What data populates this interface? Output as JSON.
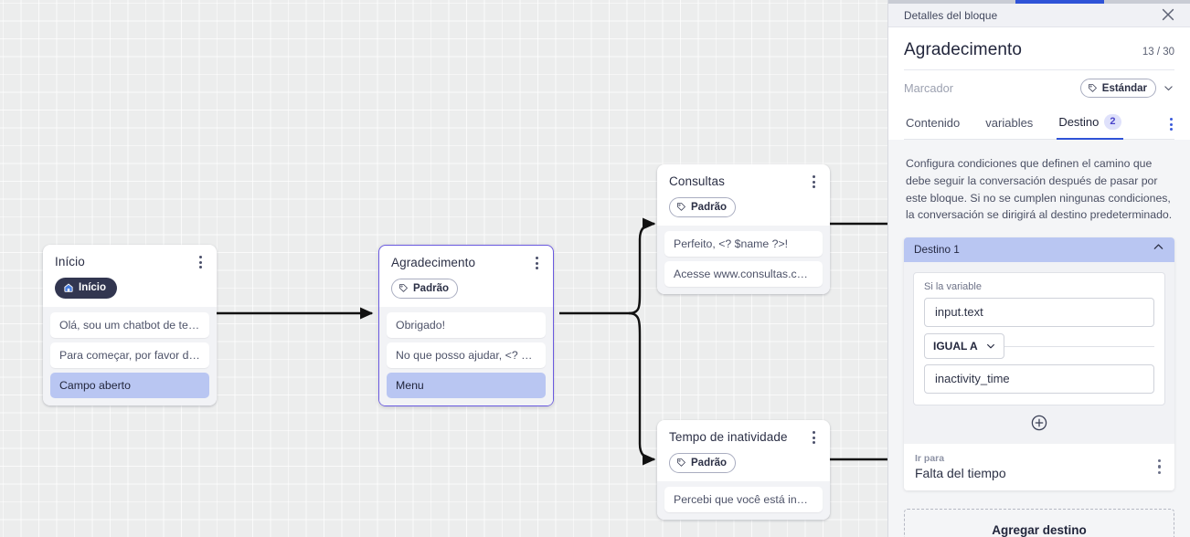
{
  "canvas": {
    "nodes": [
      {
        "id": "inicio",
        "title": "Início",
        "badge": "Início",
        "badge_icon": "home-icon",
        "badge_style": "dark",
        "messages": [
          {
            "text": "Olá, sou um chatbot de teste!",
            "accent": false
          },
          {
            "text": "Para começar, por favor digite o ...",
            "accent": false
          },
          {
            "text": "Campo aberto",
            "accent": true
          }
        ]
      },
      {
        "id": "agradecimento",
        "title": "Agradecimento",
        "badge": "Padrão",
        "badge_icon": "tag-icon",
        "badge_style": "outline",
        "selected": true,
        "messages": [
          {
            "text": "Obrigado!",
            "accent": false
          },
          {
            "text": "No que posso ajudar, <? $name ...",
            "accent": false
          },
          {
            "text": "Menu",
            "accent": true
          }
        ]
      },
      {
        "id": "consultas",
        "title": "Consultas",
        "badge": "Padrão",
        "badge_icon": "tag-icon",
        "badge_style": "outline",
        "messages": [
          {
            "text": "Perfeito, <? $name ?>!",
            "accent": false
          },
          {
            "text": "Acesse www.consultas.com par...",
            "accent": false
          }
        ]
      },
      {
        "id": "tempo-inatividade",
        "title": "Tempo de inatividade",
        "badge": "Padrão",
        "badge_icon": "tag-icon",
        "badge_style": "outline",
        "messages": [
          {
            "text": "Percebi que você está inativo. C...",
            "accent": false
          }
        ]
      }
    ]
  },
  "panel": {
    "titlebar": "Detalles del bloque",
    "close_icon": "close-icon",
    "block_title": "Agradecimento",
    "char_count": "13 / 30",
    "marker_label": "Marcador",
    "marker_value": "Estándar",
    "marker_icon": "tag-icon",
    "marker_chevron": "chevron-down-icon",
    "tabs": [
      {
        "label": "Contenido",
        "badge": "",
        "active": false
      },
      {
        "label": "variables",
        "badge": "",
        "active": false
      },
      {
        "label": "Destino",
        "badge": "2",
        "active": true
      }
    ],
    "description": "Configura condiciones que definen el camino que debe seguir la conversación después de pasar por este bloque. Si no se cumplen ningunas condiciones, la conversación se dirigirá al destino predeterminado.",
    "destination": {
      "header_title": "Destino 1",
      "collapse_icon": "chevron-up-icon",
      "delete_icon": "trash-icon",
      "condition_label": "Si la variable",
      "variable_value": "input.text",
      "operator": "IGUAL A",
      "operator_chevron": "chevron-down-icon",
      "compare_value": "inactivity_time",
      "add_condition_icon": "plus-circle-icon",
      "goto_label": "Ir para",
      "goto_value": "Falta del tiempo",
      "goto_menu_icon": "kebab-icon"
    },
    "add_destination_label": "Agregar destino"
  },
  "colors": {
    "accent_blue": "#2f53d7",
    "chip_blue": "#b9c6f2",
    "selected_border": "#6a5ae0",
    "badge_dark": "#323650",
    "canvas_bg": "#eceded"
  }
}
